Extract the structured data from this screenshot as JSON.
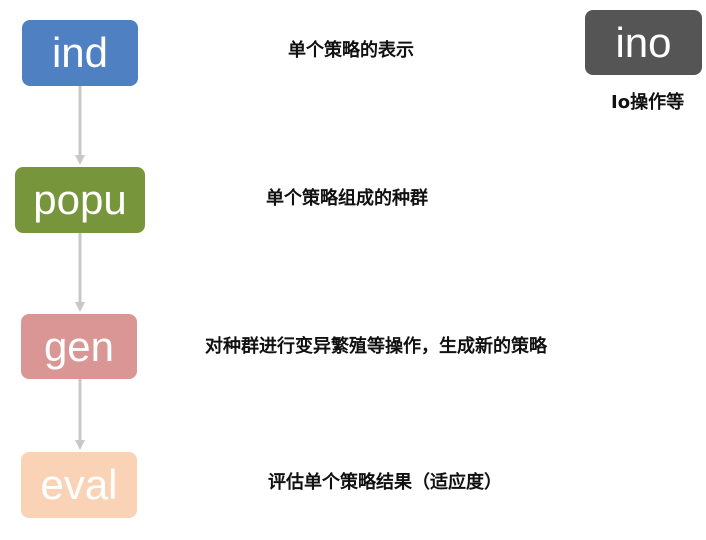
{
  "nodes": {
    "ind": {
      "label": "ind",
      "description": "单个策略的表示",
      "color": "#4E80C2"
    },
    "popu": {
      "label": "popu",
      "description": "单个策略组成的种群",
      "color": "#77953A"
    },
    "gen": {
      "label": "gen",
      "description": "对种群进行变异繁殖等操作，生成新的策略",
      "color": "#D99694"
    },
    "eval": {
      "label": "eval",
      "description": "评估单个策略结果（适应度）",
      "color": "#FAD3B6"
    },
    "ino": {
      "label": "ino",
      "description": "Io操作等",
      "color": "#555555"
    }
  },
  "edge_color": "#C8C8C8"
}
